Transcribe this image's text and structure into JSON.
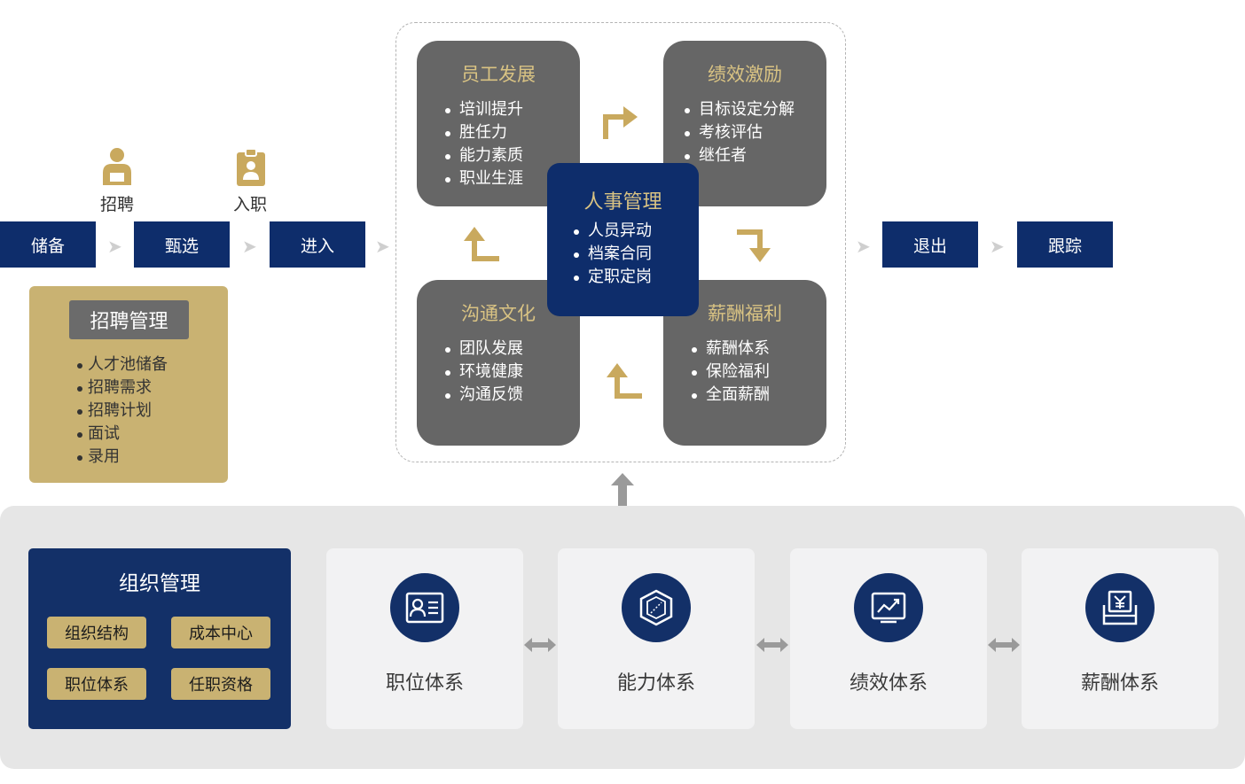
{
  "process": {
    "steps": [
      "储备",
      "甄选",
      "进入"
    ],
    "icons": [
      {
        "name": "recruit-person-icon",
        "label": "招聘"
      },
      {
        "name": "onboard-clipboard-icon",
        "label": "入职"
      }
    ],
    "exit_steps": [
      "退出",
      "跟踪"
    ]
  },
  "recruit_box": {
    "title": "招聘管理",
    "items": [
      "人才池储备",
      "招聘需求",
      "招聘计划",
      "面试",
      "录用"
    ]
  },
  "hr_cycle": {
    "employee_dev": {
      "title": "员工发展",
      "items": [
        "培训提升",
        "胜任力",
        "能力素质",
        "职业生涯"
      ]
    },
    "performance": {
      "title": "绩效激励",
      "items": [
        "目标设定分解",
        "考核评估",
        "继任者"
      ]
    },
    "communication": {
      "title": "沟通文化",
      "items": [
        "团队发展",
        "环境健康",
        "沟通反馈"
      ]
    },
    "compensation": {
      "title": "薪酬福利",
      "items": [
        "薪酬体系",
        "保险福利",
        "全面薪酬"
      ]
    },
    "center": {
      "title": "人事管理",
      "items": [
        "人员异动",
        "档案合同",
        "定职定岗"
      ]
    }
  },
  "org": {
    "title": "组织管理",
    "tags": [
      "组织结构",
      "成本中心",
      "职位体系",
      "任职资格"
    ]
  },
  "systems": [
    {
      "icon": "id-card-icon",
      "label": "职位体系"
    },
    {
      "icon": "cube-icon",
      "label": "能力体系"
    },
    {
      "icon": "chart-monitor-icon",
      "label": "绩效体系"
    },
    {
      "icon": "yuan-document-icon",
      "label": "薪酬体系"
    }
  ],
  "colors": {
    "navy": "#0e2d6b",
    "gold": "#c9b272",
    "gray_card": "#666666",
    "gold_text": "#d9c383",
    "bottom_bg": "#e6e6e6"
  }
}
